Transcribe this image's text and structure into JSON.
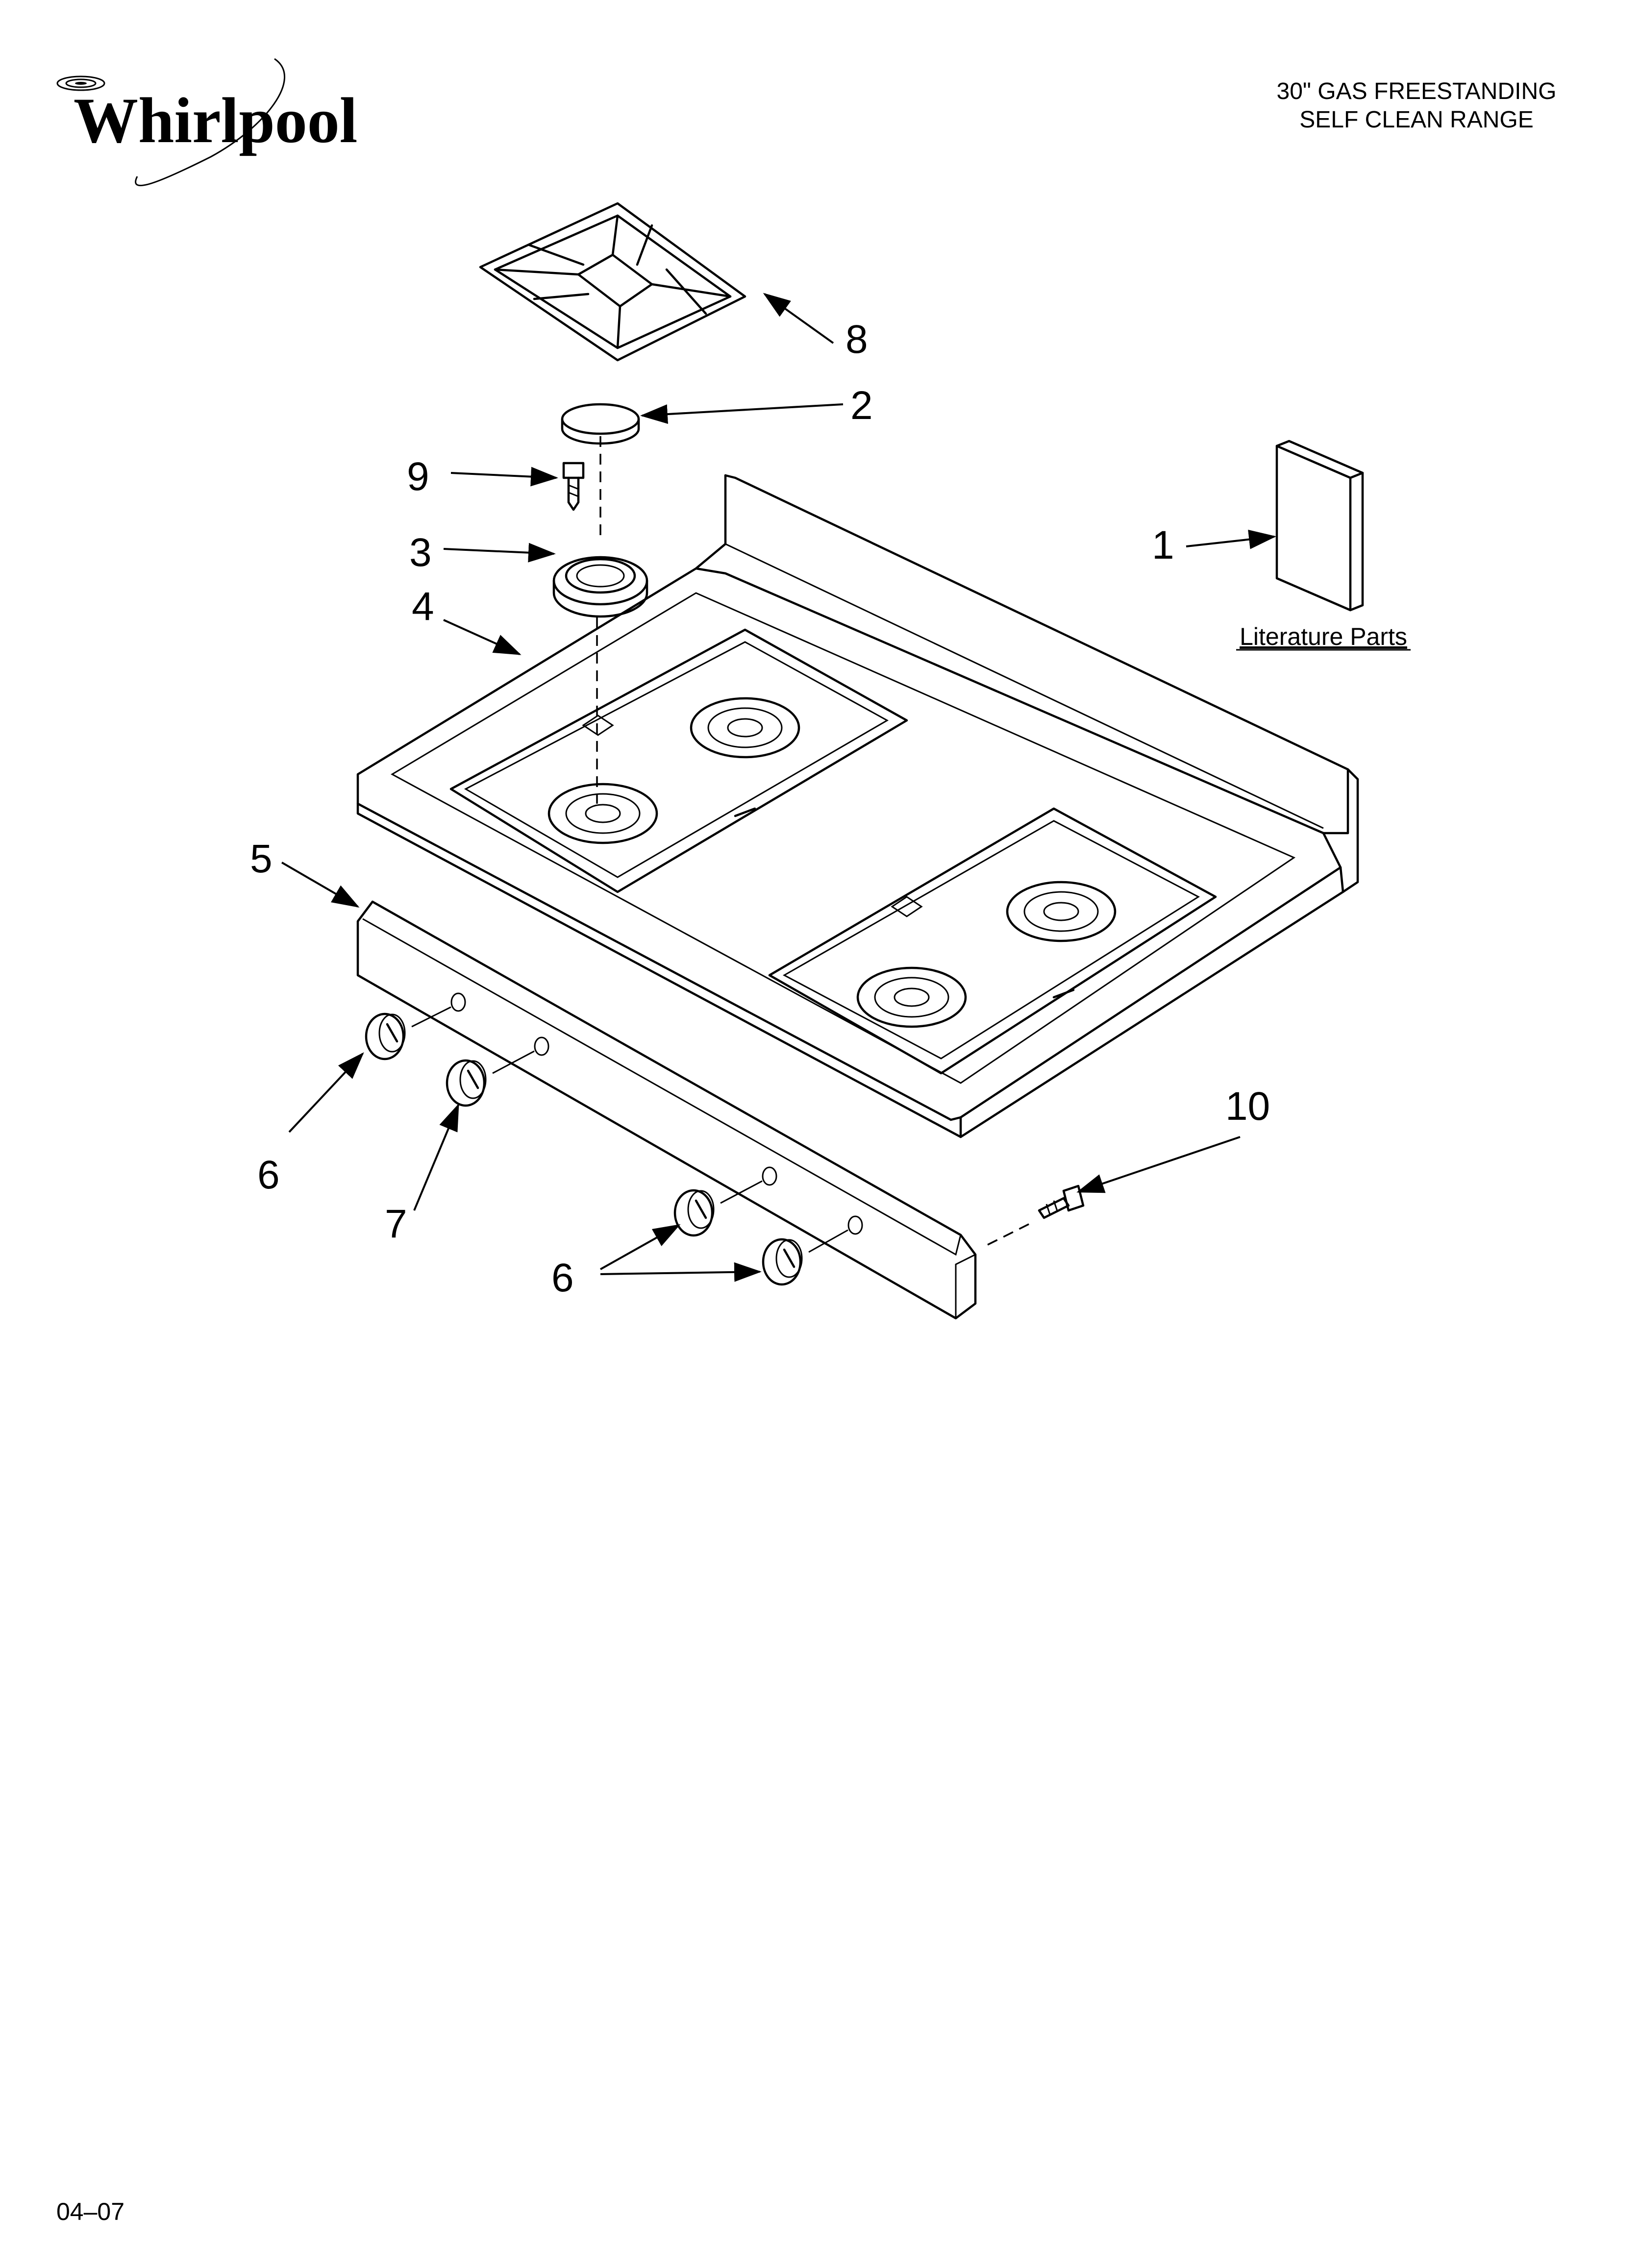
{
  "brand": {
    "name": "Whirlpool"
  },
  "header": {
    "line1": "30\" GAS FREESTANDING",
    "line2": "SELF CLEAN RANGE"
  },
  "callouts": {
    "c1": "1",
    "c2": "2",
    "c3": "3",
    "c4": "4",
    "c5": "5",
    "c6a": "6",
    "c6b": "6",
    "c7": "7",
    "c8": "8",
    "c9": "9",
    "c10": "10"
  },
  "literature_label": "Literature Parts",
  "footer": {
    "date": "04–07"
  }
}
